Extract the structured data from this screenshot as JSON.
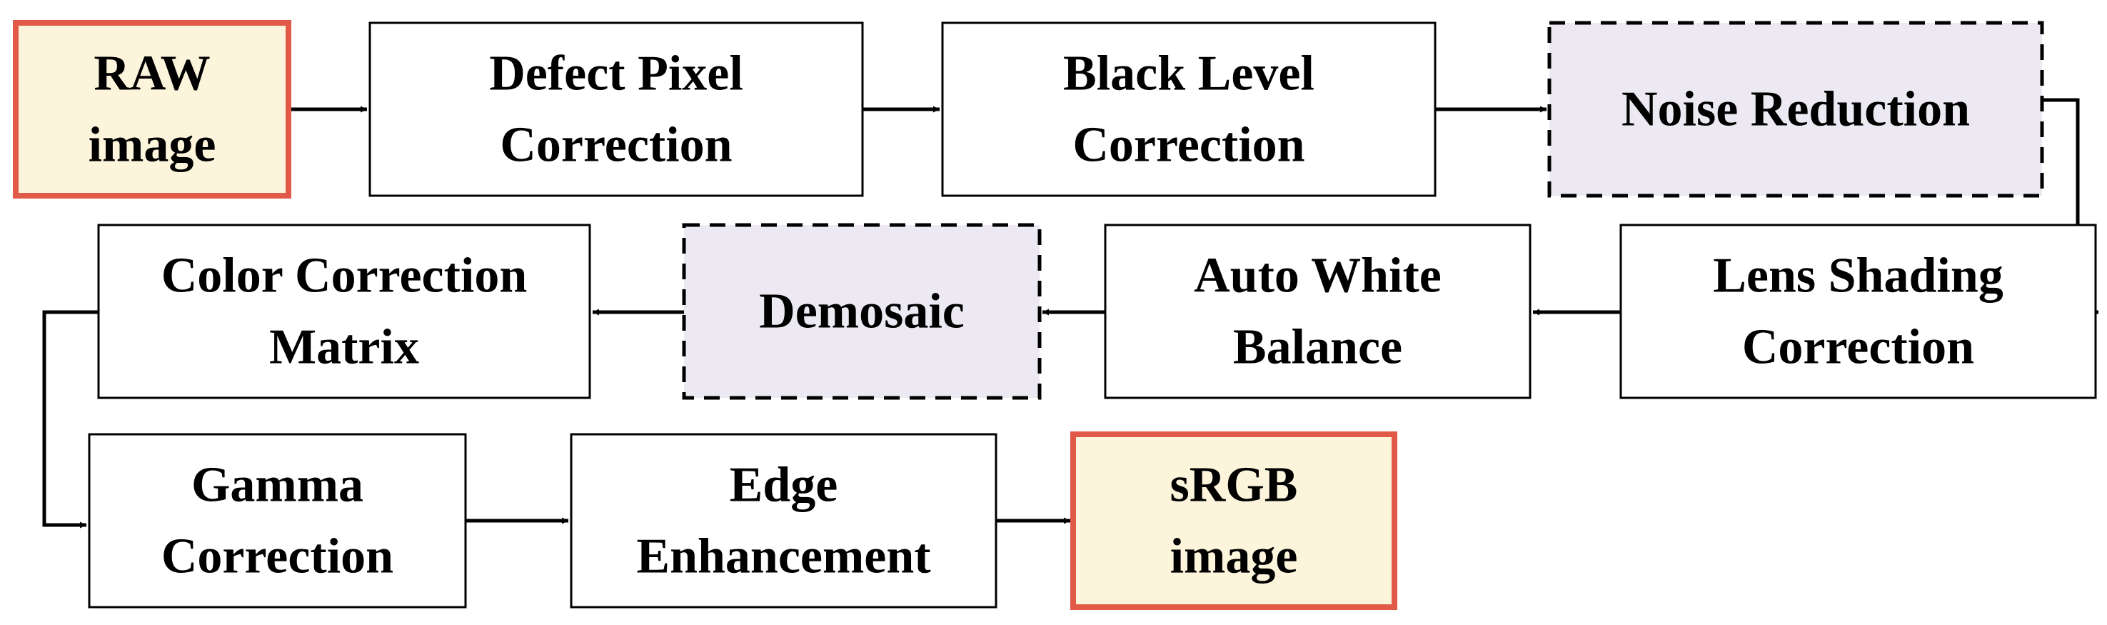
{
  "diagram": {
    "nodes": [
      {
        "id": "raw",
        "lines": [
          "RAW",
          "image"
        ],
        "style": "io"
      },
      {
        "id": "dpc",
        "lines": [
          "Defect Pixel",
          "Correction"
        ],
        "style": "normal"
      },
      {
        "id": "blc",
        "lines": [
          "Black Level",
          "Correction"
        ],
        "style": "normal"
      },
      {
        "id": "nr",
        "lines": [
          "Noise Reduction"
        ],
        "style": "optional"
      },
      {
        "id": "lsc",
        "lines": [
          "Lens Shading",
          "Correction"
        ],
        "style": "normal"
      },
      {
        "id": "awb",
        "lines": [
          "Auto White",
          "Balance"
        ],
        "style": "normal"
      },
      {
        "id": "demosaic",
        "lines": [
          "Demosaic"
        ],
        "style": "optional"
      },
      {
        "id": "ccm",
        "lines": [
          "Color Correction",
          "Matrix"
        ],
        "style": "normal"
      },
      {
        "id": "gamma",
        "lines": [
          "Gamma",
          "Correction"
        ],
        "style": "normal"
      },
      {
        "id": "ee",
        "lines": [
          "Edge",
          "Enhancement"
        ],
        "style": "normal"
      },
      {
        "id": "srgb",
        "lines": [
          "sRGB",
          "image"
        ],
        "style": "io"
      }
    ],
    "edges": [
      {
        "from": "raw",
        "to": "dpc"
      },
      {
        "from": "dpc",
        "to": "blc"
      },
      {
        "from": "blc",
        "to": "nr"
      },
      {
        "from": "nr",
        "to": "lsc"
      },
      {
        "from": "lsc",
        "to": "awb"
      },
      {
        "from": "awb",
        "to": "demosaic"
      },
      {
        "from": "demosaic",
        "to": "ccm"
      },
      {
        "from": "ccm",
        "to": "gamma"
      },
      {
        "from": "gamma",
        "to": "ee"
      },
      {
        "from": "ee",
        "to": "srgb"
      }
    ],
    "colors": {
      "io_fill": "#fdf4dc",
      "io_border": "#e05a47",
      "optional_fill": "#ede9f2",
      "normal_fill": "#ffffff",
      "border": "#000000",
      "arrow": "#000000"
    }
  }
}
